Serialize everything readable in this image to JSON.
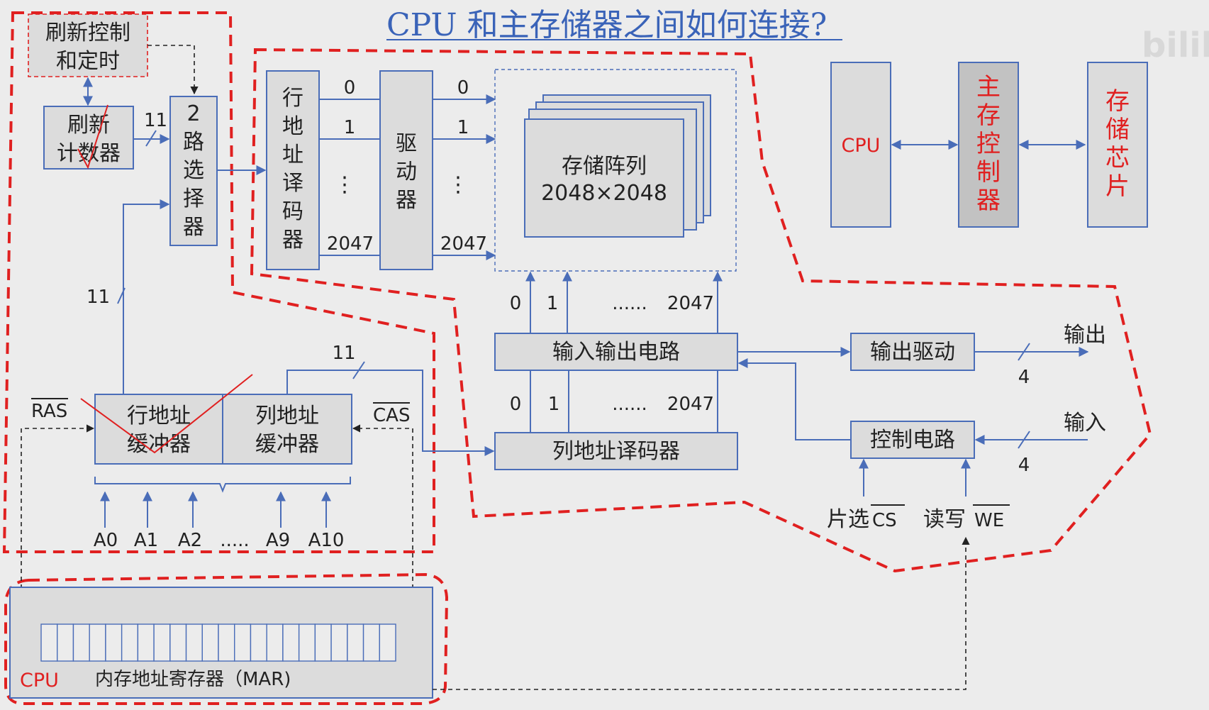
{
  "title": "CPU 和主存储器之间如何连接?",
  "colors": {
    "wire": "#4a6db8",
    "highlight": "#e02020",
    "box_fill": "#dcdcdc",
    "title": "#3a63b8",
    "background": "#ececec"
  },
  "refresh_control": [
    "刷新控制",
    "和定时"
  ],
  "refresh_counter": [
    "刷新",
    "计数器"
  ],
  "selector": [
    "2",
    "路",
    "选",
    "择",
    "器"
  ],
  "row_decoder": [
    "行",
    "地",
    "址",
    "译",
    "码",
    "器"
  ],
  "driver": [
    "驱",
    "动",
    "器"
  ],
  "row_lines": [
    "0",
    "1",
    "2047"
  ],
  "drive_lines": [
    "0",
    "1",
    "2047"
  ],
  "vdots": "⋮",
  "memory_array": [
    "存储阵列",
    "2048×2048"
  ],
  "io_circuit": "输入输出电路",
  "io_lines_top": [
    "0",
    "1",
    "......",
    "2047"
  ],
  "io_lines_bottom": [
    "0",
    "1",
    "......",
    "2047"
  ],
  "col_decoder": "列地址译码器",
  "output_driver": "输出驱动",
  "control_circuit": "控制电路",
  "output_label": "输出",
  "input_label": "输入",
  "bus_width": "4",
  "chip_select": {
    "text": "片选",
    "signal": "CS"
  },
  "read_write": {
    "text": "读写",
    "signal": "WE"
  },
  "addr_width": "11",
  "row_buffer": [
    "行地址",
    "缓冲器"
  ],
  "col_buffer": [
    "列地址",
    "缓冲器"
  ],
  "ras": "RAS",
  "cas": "CAS",
  "address_pins": [
    "A0",
    "A1",
    "A2",
    ".....",
    "A9",
    "A10"
  ],
  "cpu": {
    "label": "CPU",
    "mar_label": "内存地址寄存器（MAR)",
    "mar_bits": 22
  },
  "right_panel": {
    "cpu": "CPU",
    "mem_controller": [
      "主",
      "存",
      "控",
      "制",
      "器"
    ],
    "mem_chip": [
      "存",
      "储",
      "芯",
      "片"
    ]
  },
  "watermark": "bilib"
}
